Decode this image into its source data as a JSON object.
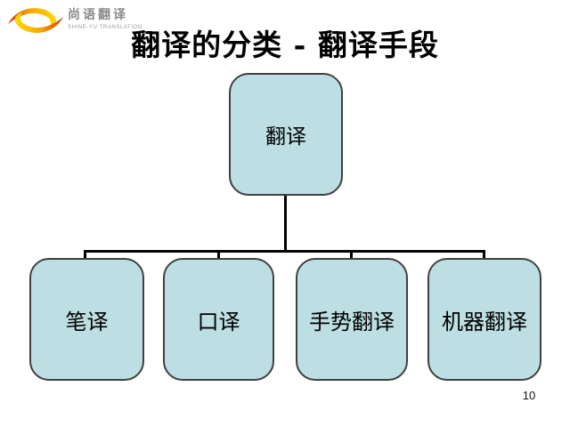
{
  "slide": {
    "page_number": "10",
    "background_color": "#ffffff"
  },
  "logo": {
    "name": "尚语翻译",
    "subtitle": "SHINE-YU TRANSLATION",
    "icon": "swirl-sun-logo",
    "colors": {
      "red": "#e03a00",
      "orange": "#f6a500",
      "yellow": "#ffd800",
      "text_gray": "#8a8a8a"
    }
  },
  "header": {
    "title": "翻译的分类 - 翻译手段"
  },
  "diagram": {
    "type": "tree",
    "node_fill_color": "#bddee2",
    "node_border_color": "#404040",
    "connector_color": "#000000",
    "root": {
      "label": "翻译"
    },
    "children": [
      {
        "label": "笔译"
      },
      {
        "label": "口译"
      },
      {
        "label": "手势翻译"
      },
      {
        "label": "机器翻译"
      }
    ]
  }
}
